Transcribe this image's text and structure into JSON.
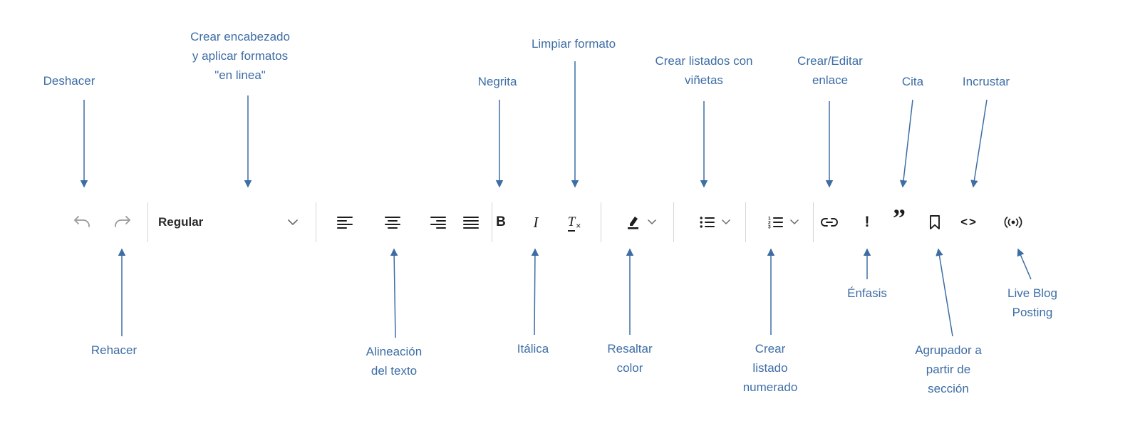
{
  "colors": {
    "annotation": "#3d6da5",
    "icon": "#1d1d1f",
    "muted_icon": "#98999b",
    "separator": "#d5d5d8"
  },
  "toolbar": {
    "style_dropdown_value": "Regular",
    "bold_glyph": "B",
    "italic_glyph": "I",
    "clear_format_t": "T",
    "clear_format_x": "×",
    "emphasis_glyph": "!",
    "quote_glyph": "”",
    "embed_glyph": "<>"
  },
  "annotations": {
    "top": [
      {
        "id": "deshacer",
        "lines": [
          "Deshacer"
        ]
      },
      {
        "id": "encabezado",
        "lines": [
          "Crear encabezado",
          "y aplicar formatos",
          "\"en linea\""
        ]
      },
      {
        "id": "negrita",
        "lines": [
          "Negrita"
        ]
      },
      {
        "id": "limpiar",
        "lines": [
          "Limpiar formato"
        ]
      },
      {
        "id": "vinetas",
        "lines": [
          "Crear listados con",
          "viñetas"
        ]
      },
      {
        "id": "enlace",
        "lines": [
          "Crear/Editar",
          "enlace"
        ]
      },
      {
        "id": "cita",
        "lines": [
          "Cita"
        ]
      },
      {
        "id": "incrustar",
        "lines": [
          "Incrustar"
        ]
      }
    ],
    "bottom": [
      {
        "id": "rehacer",
        "lines": [
          "Rehacer"
        ]
      },
      {
        "id": "alineacion",
        "lines": [
          "Alineación",
          "del texto"
        ]
      },
      {
        "id": "italica",
        "lines": [
          "Itálica"
        ]
      },
      {
        "id": "resaltar",
        "lines": [
          "Resaltar",
          "color"
        ]
      },
      {
        "id": "numerado",
        "lines": [
          "Crear",
          "listado",
          "numerado"
        ]
      },
      {
        "id": "enfasis",
        "lines": [
          "Énfasis"
        ]
      },
      {
        "id": "agrupador",
        "lines": [
          "Agrupador a",
          "partir de",
          "sección"
        ]
      },
      {
        "id": "liveblog",
        "lines": [
          "Live Blog",
          "Posting"
        ]
      }
    ]
  }
}
